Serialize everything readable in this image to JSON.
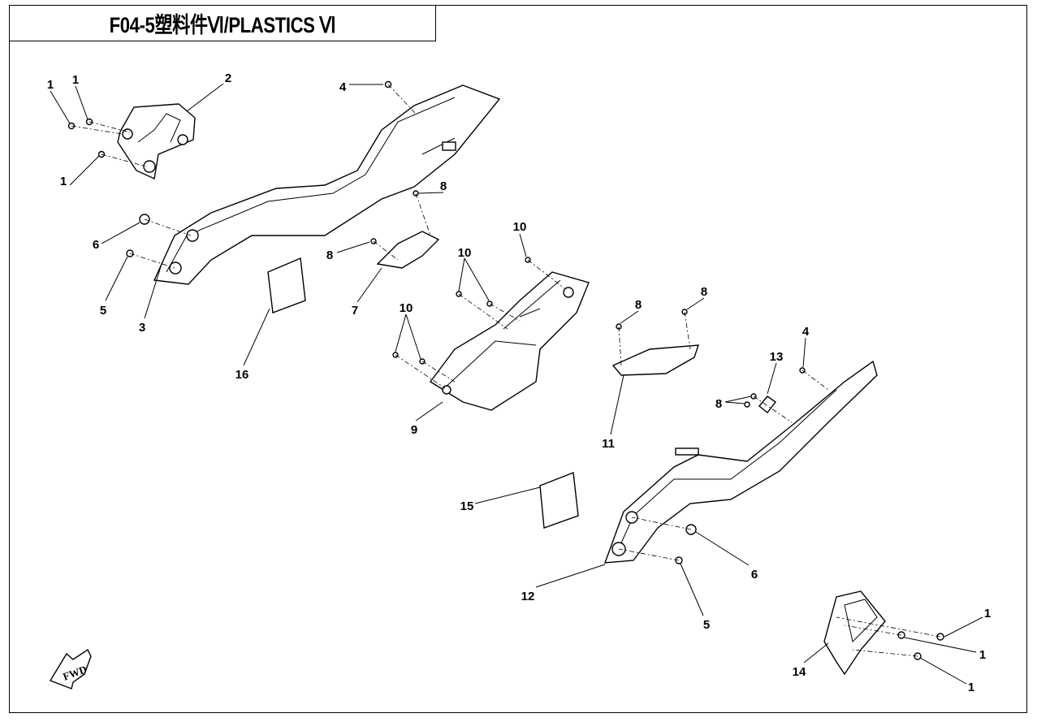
{
  "title": "F04-5塑料件Ⅵ/PLASTICS Ⅵ",
  "fwd_icon_text": "FWD",
  "callouts": [
    "1",
    "1",
    "2",
    "1",
    "4",
    "6",
    "5",
    "3",
    "8",
    "8",
    "7",
    "10",
    "10",
    "10",
    "16",
    "9",
    "8",
    "8",
    "11",
    "4",
    "13",
    "8",
    "15",
    "6",
    "12",
    "5",
    "14",
    "1",
    "1",
    "1"
  ]
}
